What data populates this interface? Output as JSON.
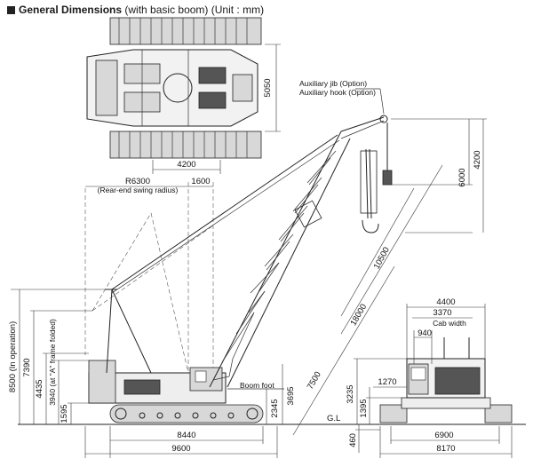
{
  "header": {
    "title_bold": "General Dimensions",
    "title_rest": " (with basic boom) (Unit : mm)"
  },
  "dimensions": {
    "plan_width": "4200",
    "plan_depth": "5050",
    "swing_radius": "R6300",
    "swing_radius_note": "(Rear-end swing radius)",
    "swing_offset": "1600",
    "jib_label": "Auxiliary jib (Option)",
    "hook_label": "Auxiliary hook (Option)",
    "jib_6000": "6000",
    "jib_4200": "4200",
    "jib_length": "10500",
    "boom_length": "18000",
    "boom_foot_distance": "7500",
    "boom_foot_label": "Boom foot",
    "boom_foot_h1": "2345",
    "boom_foot_h2": "3695",
    "height_operation": "8500 (In operation)",
    "height_7390": "7390",
    "height_4435": "4435",
    "height_aframe": "3940 (at \"A\" frame folded)",
    "height_1595": "1595",
    "length_8440": "8440",
    "length_9600": "9600",
    "ground_label": "G.L",
    "front_4400": "4400",
    "front_3370": "3370",
    "front_940": "940",
    "cab_width_label": "Cab width",
    "front_1270": "1270",
    "front_3235": "3235",
    "front_1395": "1395",
    "front_460": "460",
    "front_6900": "6900",
    "front_8170": "8170"
  }
}
